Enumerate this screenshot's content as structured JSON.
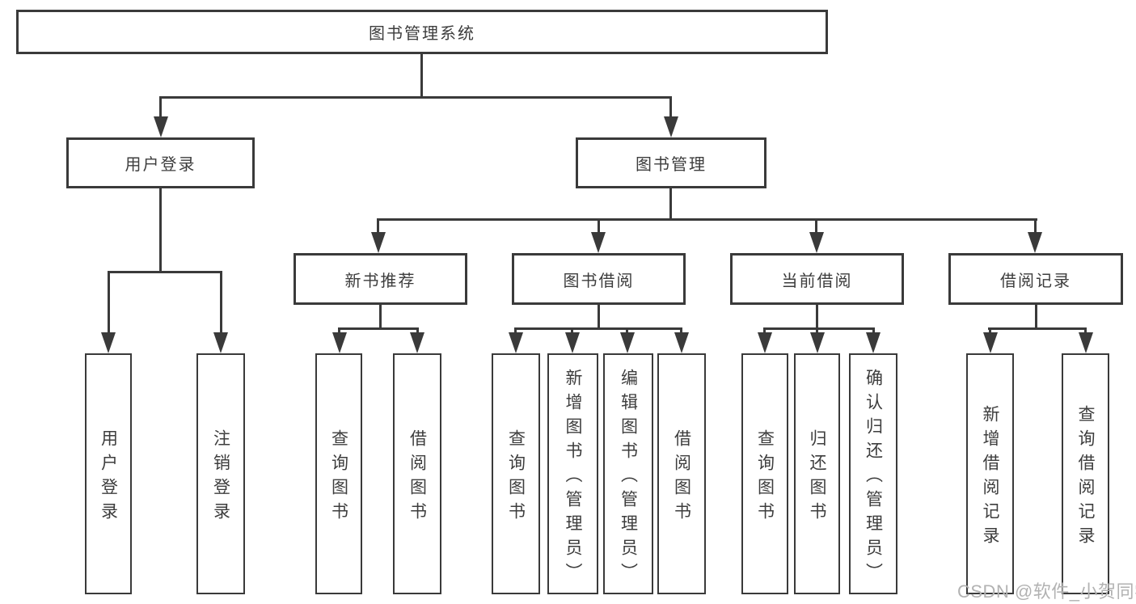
{
  "colors": {
    "line": "#3a3a3a",
    "text": "#3d3d3d",
    "watermark": "#b2b2b2",
    "bg": "#ffffff"
  },
  "nodes": {
    "root": "图书管理系统",
    "user_login": "用户登录",
    "book_mgmt": "图书管理",
    "new_book": "新书推荐",
    "book_borrow": "图书借阅",
    "current_borrow": "当前借阅",
    "borrow_records": "借阅记录",
    "ul_login": "用户登录",
    "ul_logout": "注销登录",
    "nb_query": "查询图书",
    "nb_borrow": "借阅图书",
    "bb_query": "查询图书",
    "bb_add": "新增图书（管理员）",
    "bb_edit": "编辑图书（管理员）",
    "bb_borrow": "借阅图书",
    "cb_query": "查询图书",
    "cb_return": "归还图书",
    "cb_confirm": "确认归还（管理员）",
    "br_add": "新增借阅记录",
    "br_query": "查询借阅记录"
  },
  "watermark": "CSDN @软件_小贺同学"
}
